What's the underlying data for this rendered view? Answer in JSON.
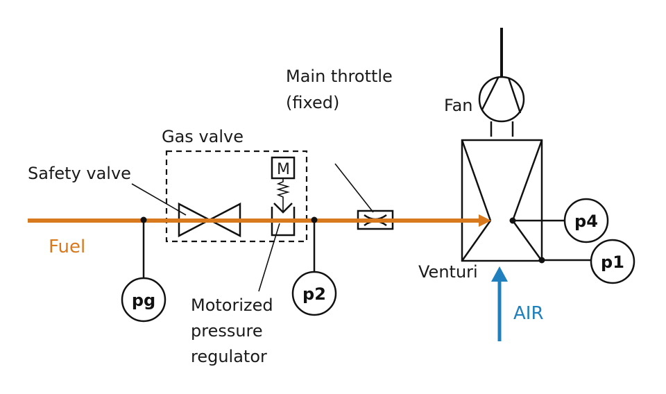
{
  "diagram": {
    "colors": {
      "fuel": "#d9791e",
      "air": "#1f80bd",
      "line": "#111111"
    },
    "labels": {
      "fuel": "Fuel",
      "air": "AIR",
      "gas_valve": "Gas valve",
      "safety_valve": "Safety valve",
      "main_throttle_line1": "Main throttle",
      "main_throttle_line2": "(fixed)",
      "fan": "Fan",
      "venturi": "Venturi",
      "motor": "M",
      "regulator_line1": "Motorized",
      "regulator_line2": "pressure",
      "regulator_line3": "regulator"
    },
    "gauges": {
      "pg": "pg",
      "p2": "p2",
      "p4": "p4",
      "p1": "p1"
    }
  }
}
